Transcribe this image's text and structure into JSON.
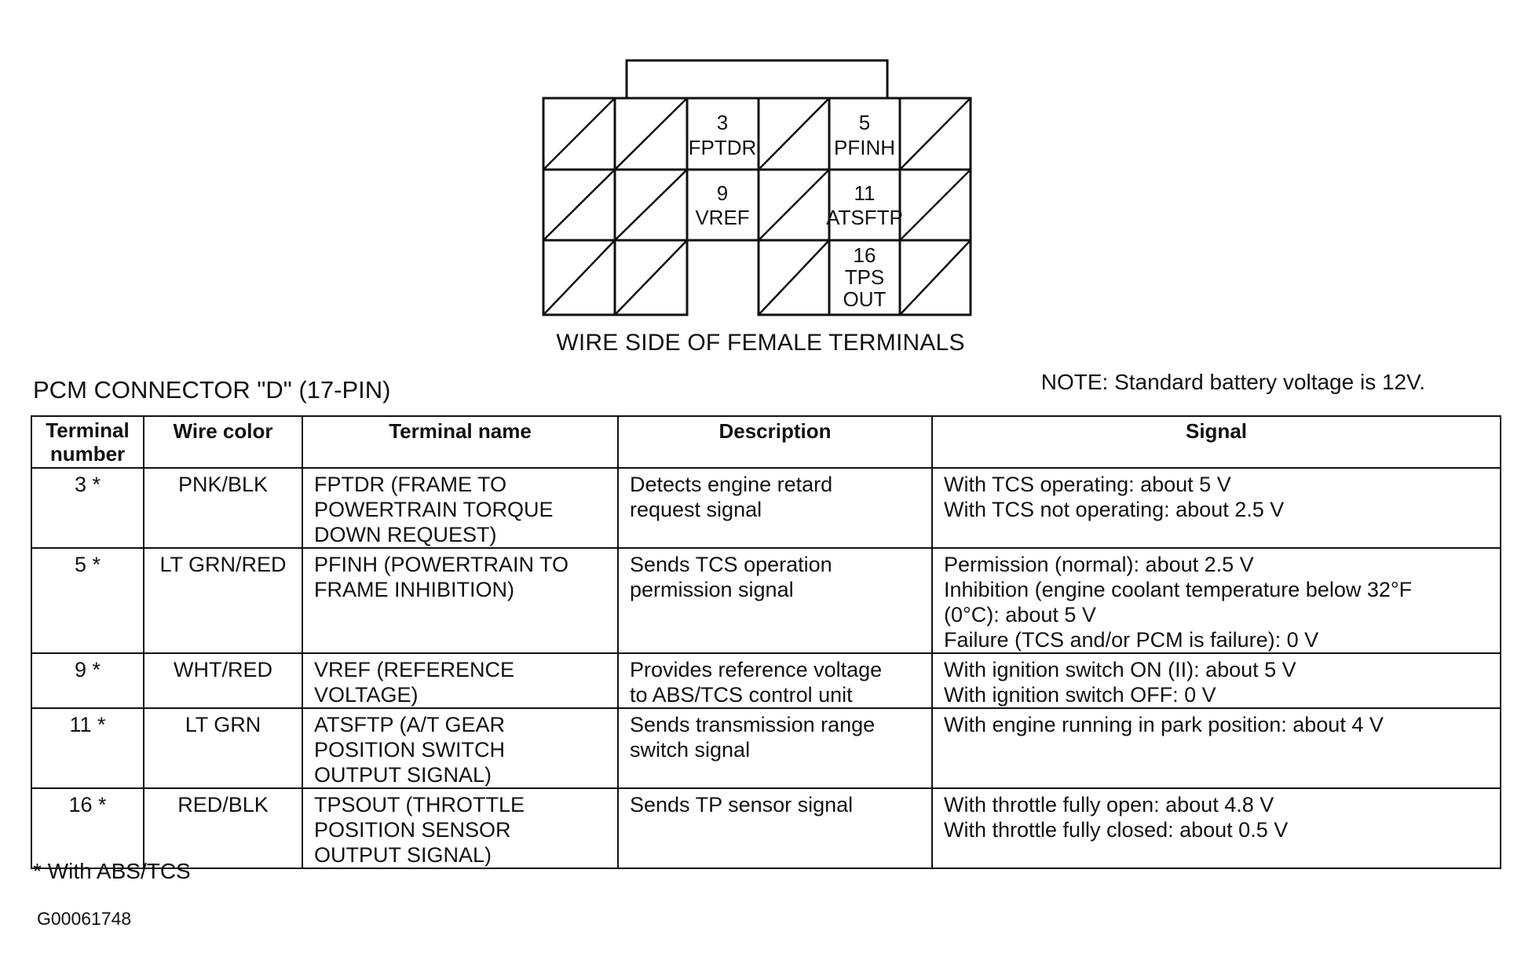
{
  "connector": {
    "caption": "WIRE SIDE OF FEMALE TERMINALS",
    "pins": [
      {
        "number": "3",
        "name": [
          "FPTDR"
        ]
      },
      {
        "number": "5",
        "name": [
          "PFINH"
        ]
      },
      {
        "number": "9",
        "name": [
          "VREF"
        ]
      },
      {
        "number": "11",
        "name": [
          "ATSFTP"
        ]
      },
      {
        "number": "16",
        "name": [
          "TPS",
          "OUT"
        ]
      }
    ]
  },
  "title": "PCM CONNECTOR \"D\" (17-PIN)",
  "note": "NOTE: Standard battery voltage is 12V.",
  "table": {
    "headers": {
      "terminal_number": [
        "Terminal",
        "number"
      ],
      "wire_color": "Wire color",
      "terminal_name": "Terminal name",
      "description": "Description",
      "signal": "Signal"
    },
    "rows": [
      {
        "terminal": "3 *",
        "wire_color": "PNK/BLK",
        "terminal_name": [
          "FPTDR (FRAME TO",
          "POWERTRAIN TORQUE",
          "DOWN REQUEST)"
        ],
        "description": [
          "Detects engine retard",
          "request signal"
        ],
        "signal": [
          "With TCS operating: about 5 V",
          "With TCS not operating: about 2.5 V"
        ]
      },
      {
        "terminal": "5 *",
        "wire_color": "LT GRN/RED",
        "terminal_name": [
          "PFINH (POWERTRAIN TO",
          "FRAME INHIBITION)"
        ],
        "description": [
          "Sends TCS operation",
          "permission signal"
        ],
        "signal": [
          "Permission (normal): about 2.5 V",
          "Inhibition (engine coolant temperature below 32°F",
          "(0°C): about 5 V",
          "Failure (TCS and/or PCM is failure): 0 V"
        ]
      },
      {
        "terminal": "9 *",
        "wire_color": "WHT/RED",
        "terminal_name": [
          "VREF (REFERENCE",
          "VOLTAGE)"
        ],
        "description": [
          "Provides reference voltage",
          "to ABS/TCS control unit"
        ],
        "signal": [
          "With ignition switch ON (II): about 5 V",
          "With ignition switch OFF: 0 V"
        ]
      },
      {
        "terminal": "11 *",
        "wire_color": "LT GRN",
        "terminal_name": [
          "ATSFTP (A/T GEAR",
          "POSITION SWITCH",
          "OUTPUT SIGNAL)"
        ],
        "description": [
          "Sends transmission range",
          "switch signal"
        ],
        "signal": [
          "With engine running in park position: about 4 V"
        ]
      },
      {
        "terminal": "16 *",
        "wire_color": "RED/BLK",
        "terminal_name": [
          "TPSOUT (THROTTLE",
          "POSITION SENSOR",
          "OUTPUT SIGNAL)"
        ],
        "description": [
          "Sends TP sensor signal"
        ],
        "signal": [
          "With throttle fully open: about 4.8 V",
          "With throttle fully closed: about 0.5 V"
        ]
      }
    ]
  },
  "footnote": "* With ABS/TCS",
  "figure_id": "G00061748"
}
